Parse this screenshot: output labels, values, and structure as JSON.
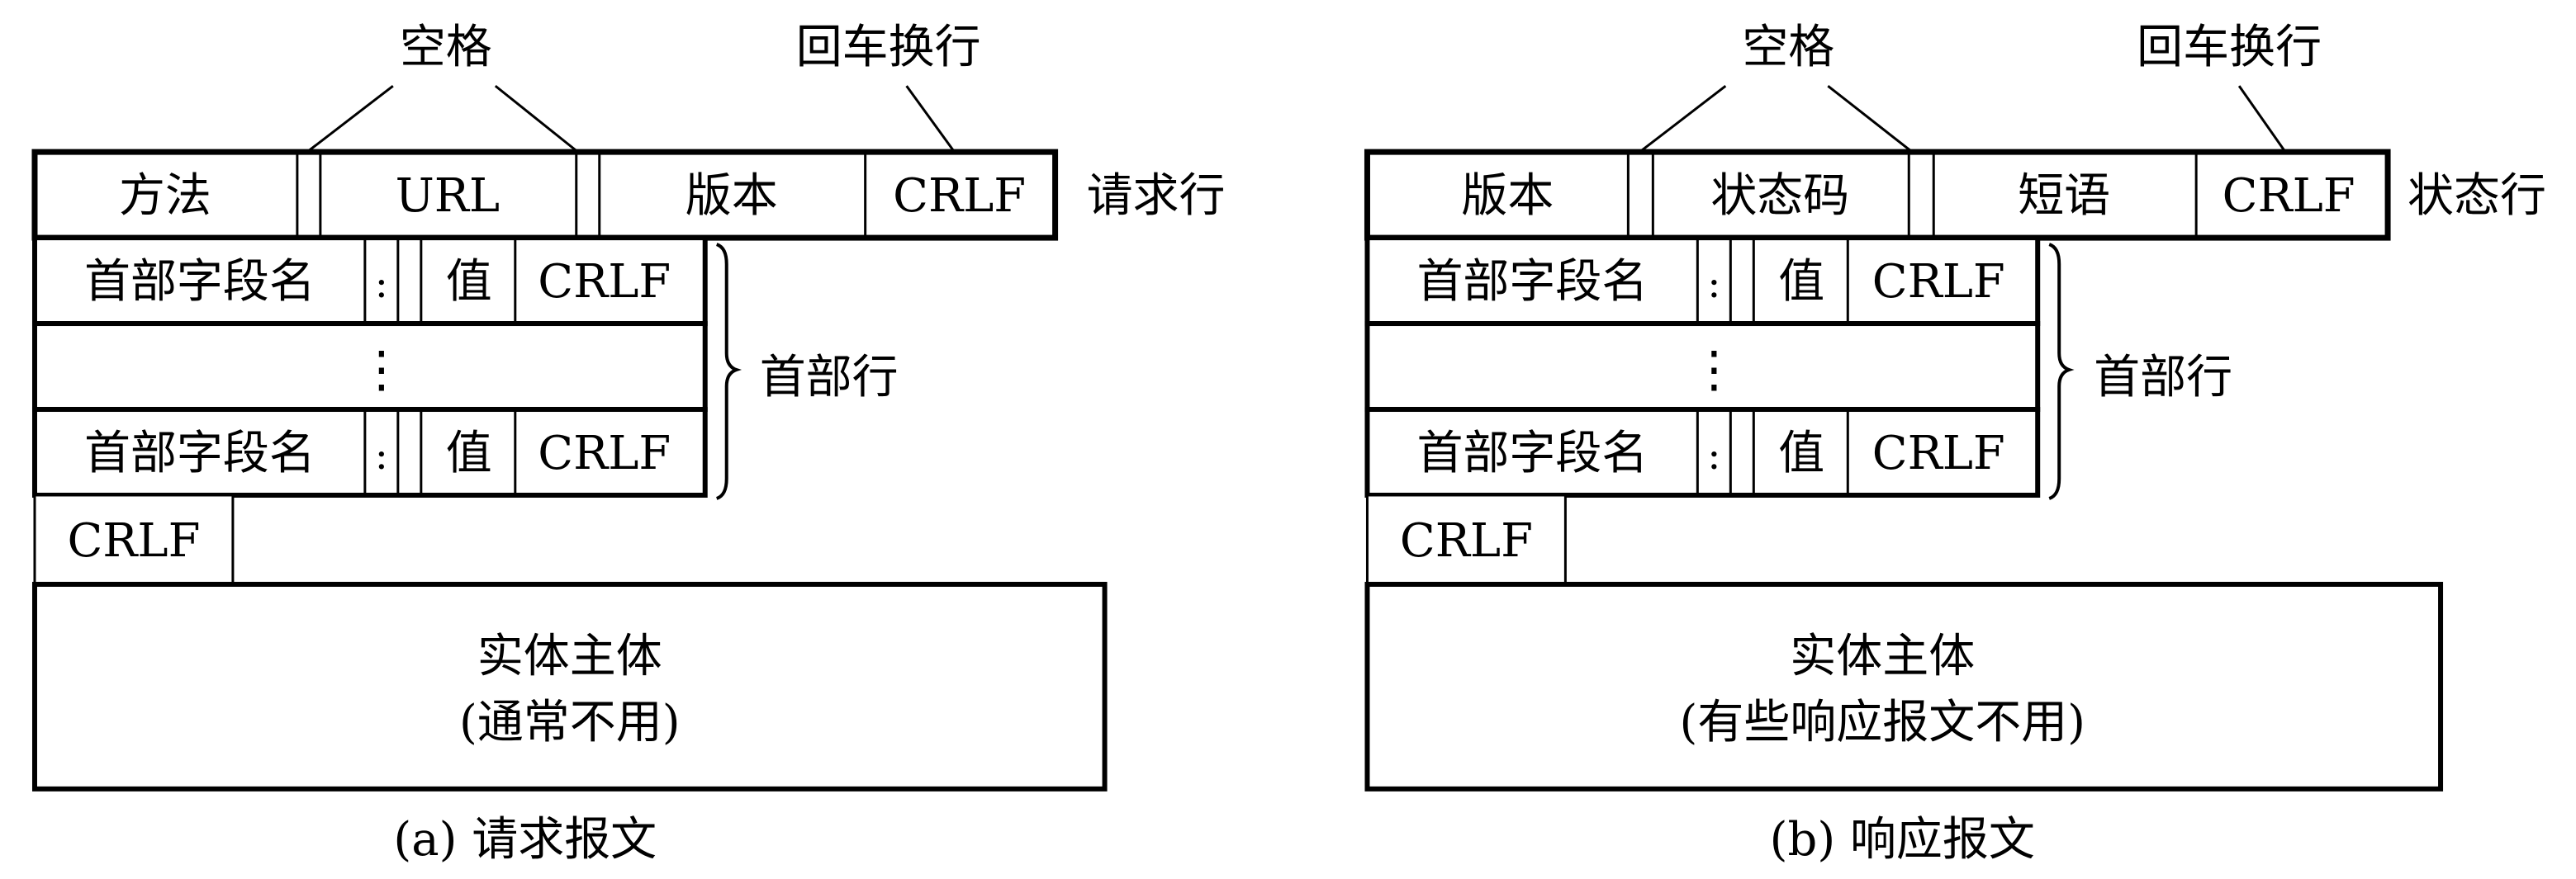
{
  "request": {
    "annotation_space": "空格",
    "annotation_crlf": "回车换行",
    "line": [
      "方法",
      "URL",
      "版本",
      "CRLF"
    ],
    "line_label": "请求行",
    "header_field": "首部字段名",
    "colon": ":",
    "value": "值",
    "crlf": "CRLF",
    "ellipsis": "⋮",
    "header_label": "首部行",
    "blank_crlf": "CRLF",
    "body_line1": "实体主体",
    "body_line2": "(通常不用)",
    "caption": "(a) 请求报文"
  },
  "response": {
    "annotation_space": "空格",
    "annotation_crlf": "回车换行",
    "line": [
      "版本",
      "状态码",
      "短语",
      "CRLF"
    ],
    "line_label": "状态行",
    "header_field": "首部字段名",
    "colon": ":",
    "value": "值",
    "crlf": "CRLF",
    "ellipsis": "⋮",
    "header_label": "首部行",
    "blank_crlf": "CRLF",
    "body_line1": "实体主体",
    "body_line2": "(有些响应报文不用)",
    "caption": "(b) 响应报文"
  }
}
